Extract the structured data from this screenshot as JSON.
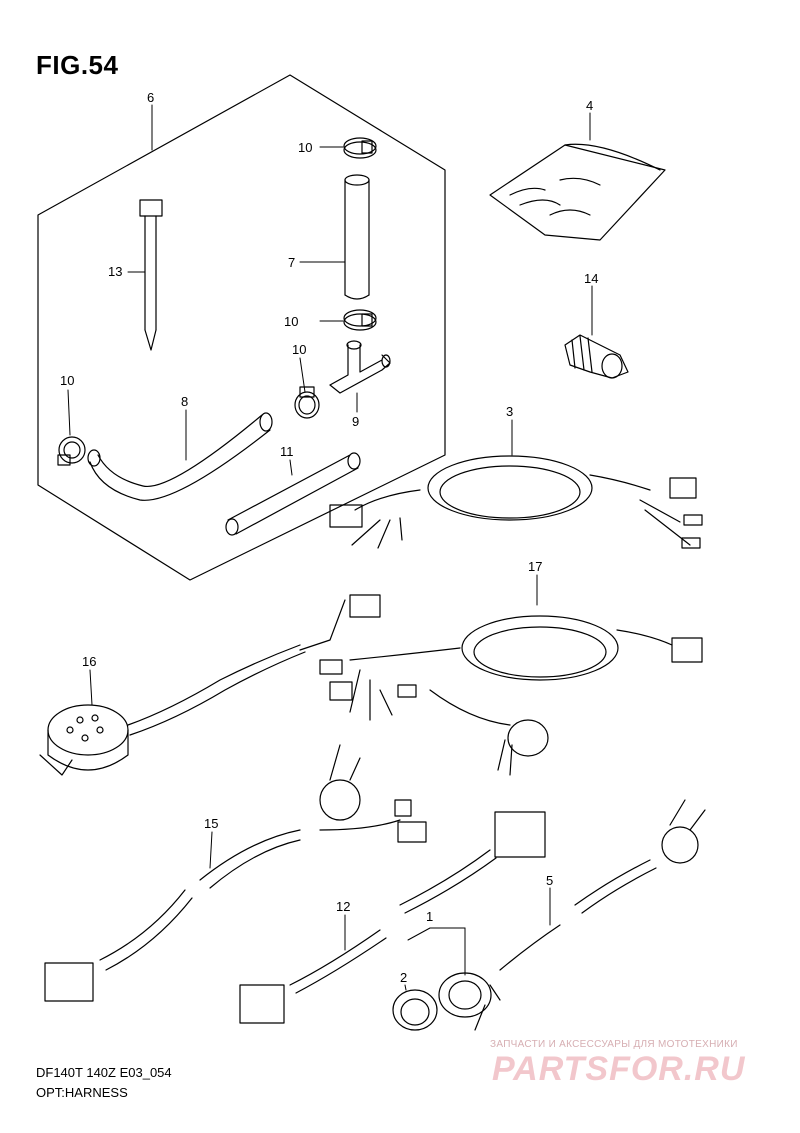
{
  "figure": {
    "title": "FIG.54",
    "model": "DF140T 140Z E03_054",
    "subtitle": "OPT:HARNESS"
  },
  "callouts": [
    "1",
    "2",
    "3",
    "4",
    "5",
    "6",
    "7",
    "8",
    "9",
    "10",
    "10",
    "10",
    "10",
    "11",
    "12",
    "13",
    "14",
    "15",
    "16",
    "17"
  ],
  "watermark": {
    "tagline": "ЗАПЧАСТИ И АКСЕССУАРЫ ДЛЯ МОТОТЕХНИКИ",
    "logo": "PARTSFOR.RU"
  }
}
